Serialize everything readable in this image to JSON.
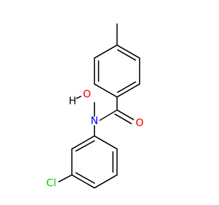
{
  "molecule": {
    "atoms": {
      "hydroxyl_oxygen": "O",
      "hydroxyl_hydrogen": "H",
      "nitrogen": "N",
      "carbonyl_oxygen": "O",
      "chlorine": "Cl"
    },
    "colors": {
      "bond": "#000000",
      "oxygen": "#ff0000",
      "nitrogen": "#0000ff",
      "chlorine": "#00cc00",
      "hydrogen": "#000000",
      "background": "#ffffff"
    }
  }
}
